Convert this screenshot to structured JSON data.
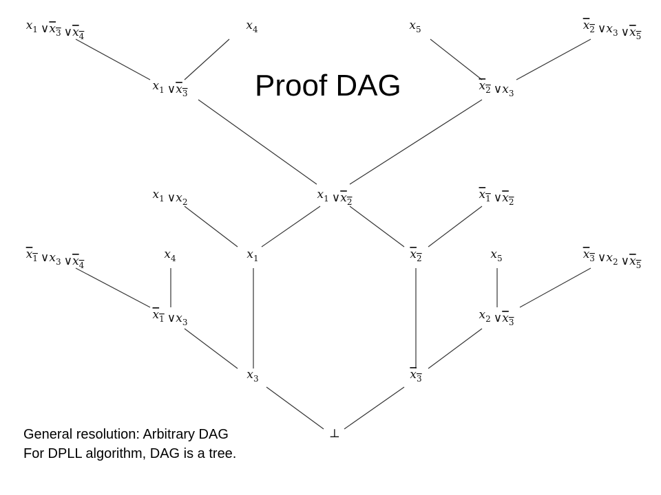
{
  "title": "Proof DAG",
  "caption": {
    "line1": "General resolution: Arbitrary DAG",
    "line2": "For DPLL algorithm, DAG is a tree."
  },
  "nodes": [
    {
      "id": "n1",
      "parts": [
        {
          "v": "x",
          "s": "1"
        },
        {
          "op": "∨"
        },
        {
          "v": "x",
          "s": "3",
          "bar": true
        },
        {
          "op": "∨"
        },
        {
          "v": "x",
          "s": "4",
          "bar": true
        }
      ]
    },
    {
      "id": "n2",
      "parts": [
        {
          "v": "x",
          "s": "4"
        }
      ]
    },
    {
      "id": "n3",
      "parts": [
        {
          "v": "x",
          "s": "5"
        }
      ]
    },
    {
      "id": "n4",
      "parts": [
        {
          "v": "x",
          "s": "2",
          "bar": true
        },
        {
          "op": "∨"
        },
        {
          "v": "x",
          "s": "3"
        },
        {
          "op": "∨"
        },
        {
          "v": "x",
          "s": "5",
          "bar": true
        }
      ]
    },
    {
      "id": "n5",
      "parts": [
        {
          "v": "x",
          "s": "1"
        },
        {
          "op": "∨"
        },
        {
          "v": "x",
          "s": "3",
          "bar": true
        }
      ]
    },
    {
      "id": "n6",
      "parts": [
        {
          "v": "x",
          "s": "2",
          "bar": true
        },
        {
          "op": "∨"
        },
        {
          "v": "x",
          "s": "3"
        }
      ]
    },
    {
      "id": "n7",
      "parts": [
        {
          "v": "x",
          "s": "1"
        },
        {
          "op": "∨"
        },
        {
          "v": "x",
          "s": "2"
        }
      ]
    },
    {
      "id": "n8",
      "parts": [
        {
          "v": "x",
          "s": "1"
        },
        {
          "op": "∨"
        },
        {
          "v": "x",
          "s": "2",
          "bar": true
        }
      ]
    },
    {
      "id": "n9",
      "parts": [
        {
          "v": "x",
          "s": "1",
          "bar": true
        },
        {
          "op": "∨"
        },
        {
          "v": "x",
          "s": "2",
          "bar": true
        }
      ]
    },
    {
      "id": "n10",
      "parts": [
        {
          "v": "x",
          "s": "1",
          "bar": true
        },
        {
          "op": "∨"
        },
        {
          "v": "x",
          "s": "3"
        },
        {
          "op": "∨"
        },
        {
          "v": "x",
          "s": "4",
          "bar": true
        }
      ]
    },
    {
      "id": "n11",
      "parts": [
        {
          "v": "x",
          "s": "4"
        }
      ]
    },
    {
      "id": "n12",
      "parts": [
        {
          "v": "x",
          "s": "1"
        }
      ]
    },
    {
      "id": "n13",
      "parts": [
        {
          "v": "x",
          "s": "2",
          "bar": true
        }
      ]
    },
    {
      "id": "n14",
      "parts": [
        {
          "v": "x",
          "s": "5"
        }
      ]
    },
    {
      "id": "n15",
      "parts": [
        {
          "v": "x",
          "s": "3",
          "bar": true
        },
        {
          "op": "∨"
        },
        {
          "v": "x",
          "s": "2"
        },
        {
          "op": "∨"
        },
        {
          "v": "x",
          "s": "5",
          "bar": true
        }
      ]
    },
    {
      "id": "n16",
      "parts": [
        {
          "v": "x",
          "s": "1",
          "bar": true
        },
        {
          "op": "∨"
        },
        {
          "v": "x",
          "s": "3"
        }
      ]
    },
    {
      "id": "n17",
      "parts": [
        {
          "v": "x",
          "s": "2"
        },
        {
          "op": "∨"
        },
        {
          "v": "x",
          "s": "3",
          "bar": true
        }
      ]
    },
    {
      "id": "n18",
      "parts": [
        {
          "v": "x",
          "s": "3"
        }
      ]
    },
    {
      "id": "n19",
      "parts": [
        {
          "v": "x",
          "s": "3",
          "bar": true
        }
      ]
    },
    {
      "id": "n20",
      "parts": [
        {
          "op": "⊥"
        }
      ]
    }
  ],
  "edges": [
    [
      "n1",
      "n5"
    ],
    [
      "n2",
      "n5"
    ],
    [
      "n3",
      "n6"
    ],
    [
      "n4",
      "n6"
    ],
    [
      "n5",
      "n8"
    ],
    [
      "n6",
      "n8"
    ],
    [
      "n7",
      "n12"
    ],
    [
      "n8",
      "n12"
    ],
    [
      "n8",
      "n13"
    ],
    [
      "n9",
      "n13"
    ],
    [
      "n10",
      "n16"
    ],
    [
      "n11",
      "n16"
    ],
    [
      "n14",
      "n17"
    ],
    [
      "n15",
      "n17"
    ],
    [
      "n16",
      "n18"
    ],
    [
      "n12",
      "n18"
    ],
    [
      "n13",
      "n19"
    ],
    [
      "n17",
      "n19"
    ],
    [
      "n18",
      "n20"
    ],
    [
      "n19",
      "n20"
    ]
  ]
}
